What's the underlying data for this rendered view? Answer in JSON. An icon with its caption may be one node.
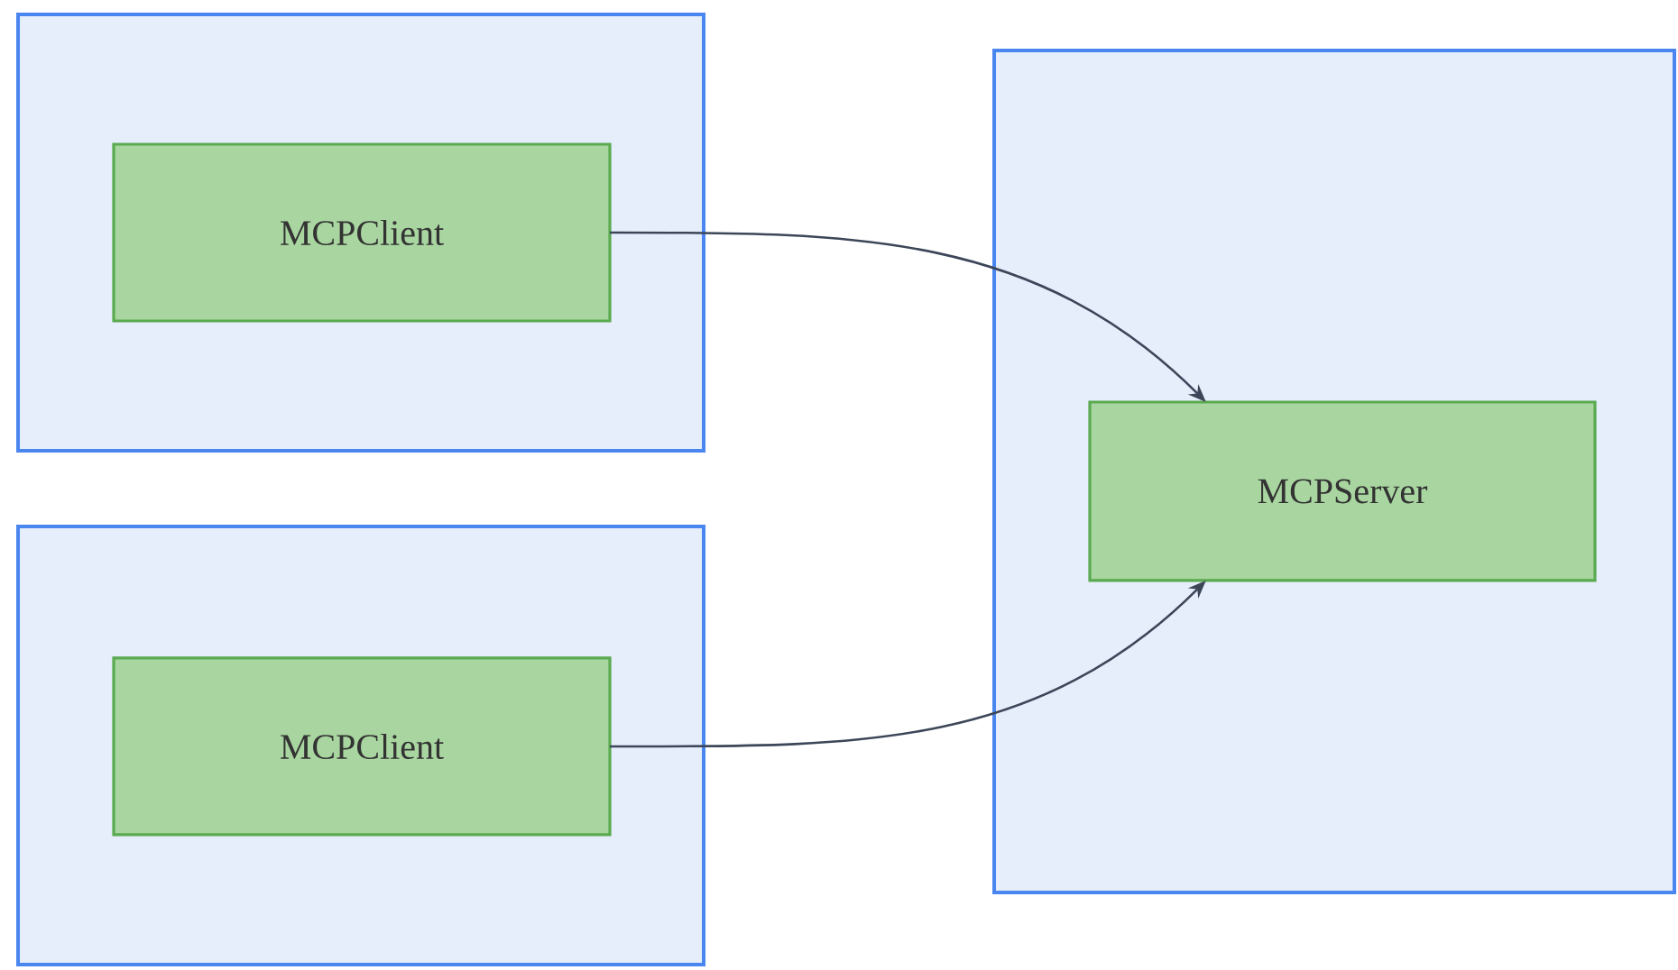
{
  "diagram": {
    "nodes": [
      {
        "text": [],
        "shape": "box"
      },
      {
        "text": [
          "MCPClient"
        ],
        "in": 0
      },
      {
        "text": [],
        "shape": "box"
      },
      {
        "text": [
          "MCPServer"
        ],
        "in": 2
      },
      {
        "text": [],
        "shape": "box"
      },
      {
        "text": [
          "MCPClient"
        ],
        "in": 4
      }
    ],
    "edges": [
      {
        "from": 1,
        "to": 3,
        "arrow": "to"
      },
      {
        "from": 5,
        "to": 3,
        "arrow": "to"
      }
    ]
  }
}
